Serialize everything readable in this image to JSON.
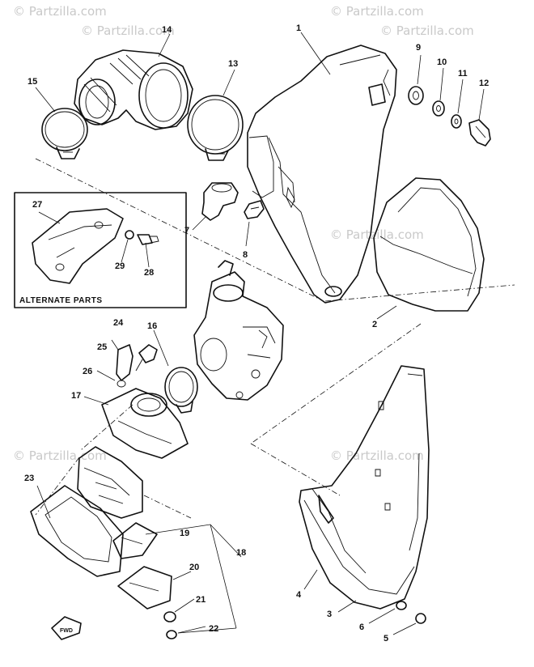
{
  "watermarks": [
    "© Partzilla.com",
    "© Partzilla.com",
    "© Partzilla.com",
    "© Partzilla.com",
    "© Partzilla.com",
    "© Partzilla.com",
    "© Partzilla.com"
  ],
  "alternate_parts_label": "ALTERNATE PARTS",
  "fwd_label": "FWD",
  "callouts": {
    "c1": "1",
    "c2": "2",
    "c3": "3",
    "c4": "4",
    "c5": "5",
    "c6": "6",
    "c7": "7",
    "c8": "8",
    "c9": "9",
    "c10": "10",
    "c11": "11",
    "c12": "12",
    "c13": "13",
    "c14": "14",
    "c15": "15",
    "c16": "16",
    "c17": "17",
    "c18": "18",
    "c19": "19",
    "c20": "20",
    "c21": "21",
    "c22": "22",
    "c23": "23",
    "c24": "24",
    "c25": "25",
    "c26": "26",
    "c27": "27",
    "c28": "28",
    "c29": "29"
  }
}
